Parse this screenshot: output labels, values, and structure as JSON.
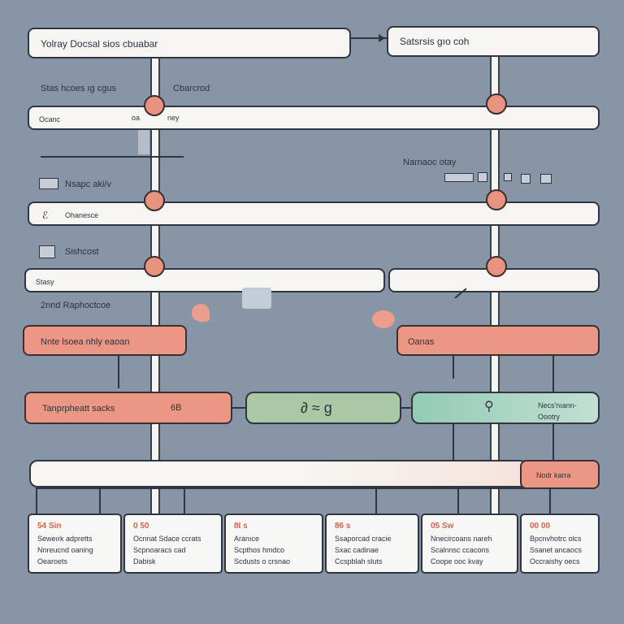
{
  "top_left_title": "Yolray Docsal sios cbuabar",
  "top_right_title": "Satsrsis gıo coh",
  "section1": {
    "heading_left": "Stas hcoes ıg cgus",
    "heading_right": "Cbarcrod"
  },
  "row1": {
    "left_label": "Ocanc",
    "mid_label_a": "oa",
    "mid_label_b": "ney"
  },
  "right_heading": "Narnaoc otay",
  "section2": {
    "heading": "Nsapc aki/v"
  },
  "row2": {
    "label": "Ohanesce"
  },
  "section3": {
    "heading": "Sishcost"
  },
  "row3": {
    "label": "Stasy"
  },
  "section4": {
    "heading": "2nnd Raphoctcoe"
  },
  "salmon_left": "Nnte lsoea nhly eaoan",
  "salmon_right": "Oanas",
  "row6": {
    "left_label": "Tanprpheatt sacks",
    "left_badge": "6B",
    "mid_glyphs": "∂  ≈ g",
    "right_line1": "Necs'nıann-",
    "right_line2": "Oootry"
  },
  "long_bar_label": "Nodr karra",
  "cards": [
    {
      "num": "54 Sin",
      "lines": [
        "Seweırk adpretts",
        "Nnreucnd oaning",
        "Oearoets"
      ]
    },
    {
      "num": "0 50",
      "lines": [
        "Ocnnat Sdace ccrats",
        "Scpnoaracs cad",
        "Dabisk"
      ]
    },
    {
      "num": "8I  s",
      "lines": [
        "Aranıce",
        "Scpthos hmdco",
        "Scdusts o crsnao"
      ]
    },
    {
      "num": "86  s",
      "lines": [
        "Ssaporcad cracie",
        "Sxac cadinae",
        "Ccspblah sluts"
      ]
    },
    {
      "num": "05  Sw",
      "lines": [
        "Nnecircoans nareh",
        "Scalnnsc ccacons",
        "Coope ooc kvay"
      ]
    },
    {
      "num": "00  00",
      "lines": [
        "Bpcnvhotrc olcs",
        "Ssanet ancaocs",
        "Occraishy oecs"
      ]
    }
  ],
  "colors": {
    "background": "#8795a6",
    "bar_fill": "#f6f5f2",
    "salmon": "#ec9784",
    "green": "#a9c8a4",
    "teal": "#93cbb5",
    "knob": "#e79380",
    "card_number": "#d9604a"
  },
  "icons": [
    "knob-icon",
    "box-icon",
    "arrow-icon",
    "key-icon",
    "squiggle-icon"
  ]
}
